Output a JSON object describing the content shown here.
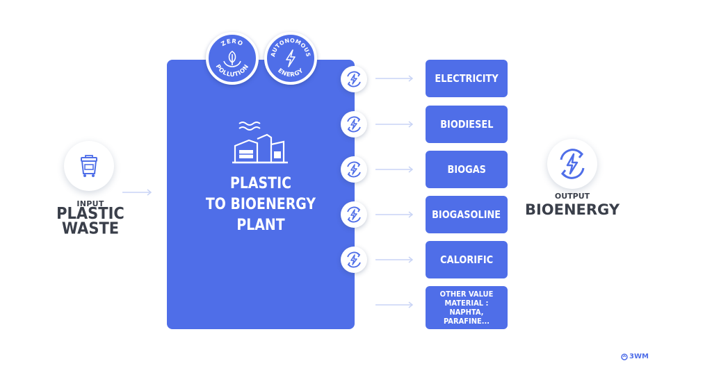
{
  "input": {
    "caption": "INPUT",
    "title_line1": "PLASTIC",
    "title_line2": "WASTE",
    "icon": "waste-bin-icon"
  },
  "plant": {
    "title_line1": "PLASTIC",
    "title_line2": "TO BIOENERGY",
    "title_line3": "PLANT",
    "icon": "factory-icon",
    "color": "#4f6ee8"
  },
  "badges": [
    {
      "top": "ZERO",
      "bottom": "POLLUTION",
      "icon": "leaf-hands-icon"
    },
    {
      "top": "AUTONOMOUS",
      "bottom": "ENERGY",
      "icon": "lightning-icon"
    }
  ],
  "outputs": [
    {
      "label": "ELECTRICITY"
    },
    {
      "label": "BIODIESEL"
    },
    {
      "label": "BIOGAS"
    },
    {
      "label": "BIOGASOLINE"
    },
    {
      "label": "CALORIFIC"
    },
    {
      "label": "OTHER VALUE MATERIAL : NAPHTA, PARAFINE..."
    }
  ],
  "output": {
    "caption": "OUTPUT",
    "title": "BIOENERGY",
    "icon": "renewable-energy-icon"
  },
  "logo": {
    "text": "3WM"
  },
  "colors": {
    "accent": "#4f6ee8",
    "text": "#3a3f4a",
    "arrow": "#c9d4f5"
  }
}
